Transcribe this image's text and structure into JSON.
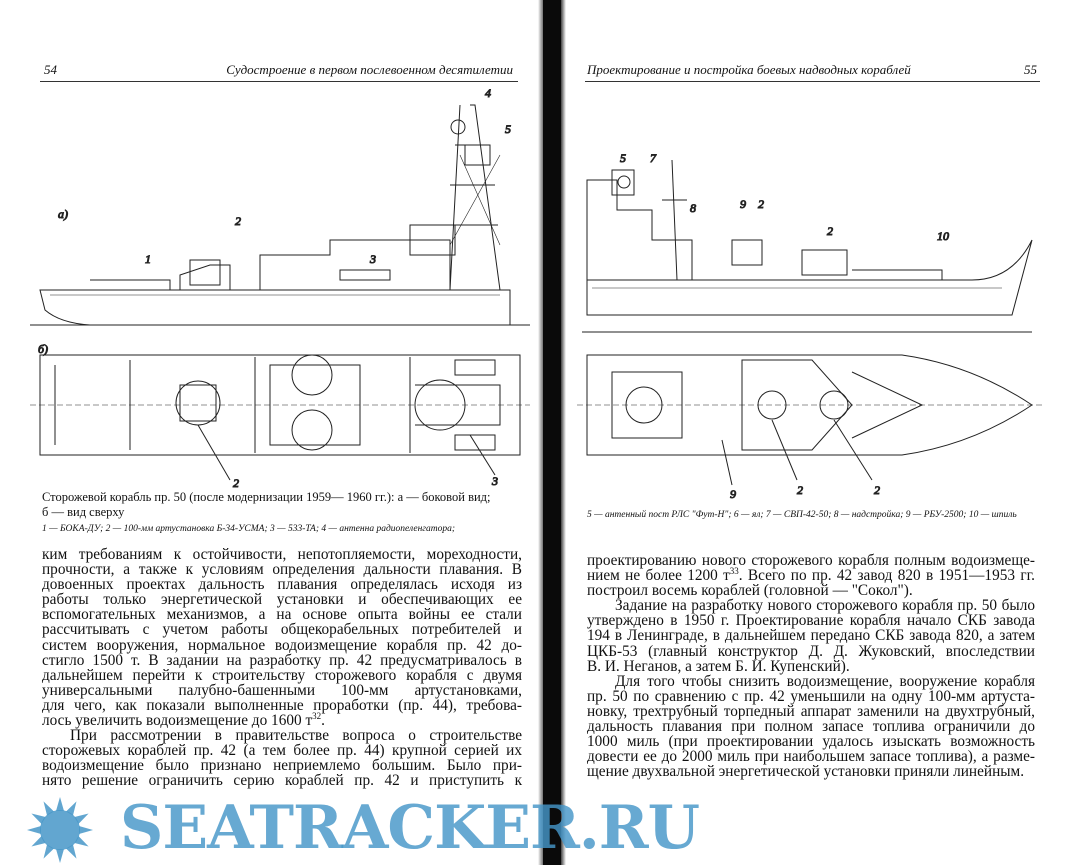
{
  "left_page": {
    "page_number": "54",
    "running_head": "Судостроение в первом послевоенном десятилетии",
    "figure": {
      "label_a": "а)",
      "label_b": "б)",
      "callouts_side": [
        "1",
        "2",
        "3",
        "4",
        "5"
      ],
      "callouts_top": [
        "2",
        "3"
      ],
      "caption_line1": "Сторожевой корабль пр. 50 (после модернизации 1959— 1960 гг.): а — боковой вид;",
      "caption_line2": "б — вид сверху",
      "legend": "1 — БОКА-ДУ;  2 — 100-мм  артустановка  Б-34-УСМА;  3 — 533-ТА;  4 — антенна  радиопеленгатора;"
    },
    "body_lines": [
      "ким требованиям к остойчивости, непотопляемости, мореходности,",
      "прочности, а также к условиям определения дальности плавания. В",
      "довоенных проектах дальность плавания определялась исходя из",
      "работы только энергетической установки и обеспечивающих ее",
      "вспомогательных механизмов, а на основе опыта войны ее стали",
      "рассчитывать с учетом работы общекорабельных потребителей и",
      "систем вооружения, нормальное водоизмещение корабля пр. 42 до-",
      "стигло 1500 т. В задании на разработку пр. 42 предусматривалось в",
      "дальнейшем перейти к строительству сторожевого корабля с двумя",
      "универсальными палубно-башенными 100-мм артустановками,",
      "для чего, как показали выполненные проработки (пр. 44), требова-",
      "лось увеличить водоизмещение до 1600 т",
      "При рассмотрении в правительстве вопроса о строительстве",
      "сторожевых кораблей пр. 42 (а тем более пр. 44) крупной серией их",
      "водоизмещение было признано неприемлемо большим. Было при-",
      "нято решение ограничить серию кораблей пр. 42 и приступить к"
    ],
    "footnote_32": "32"
  },
  "right_page": {
    "page_number": "55",
    "running_head": "Проектирование и постройка боевых надводных кораблей",
    "figure": {
      "callouts_side": [
        "5",
        "7",
        "8",
        "9",
        "2",
        "2",
        "10"
      ],
      "callouts_top": [
        "9",
        "2",
        "2"
      ],
      "legend": "5 — антенный пост РЛС \"Фут-Н\"; 6 — ял; 7 — СВП-42-50; 8 — надстройка; 9 — РБУ-2500; 10 — шпиль"
    },
    "body_lines": [
      "проектированию нового сторожевого корабля полным водоизмеще-",
      "нием не более 1200 т",
      "построил восемь кораблей (головной — \"Сокол\").",
      "Задание на разработку нового сторожевого корабля пр. 50 было",
      "утверждено в 1950 г. Проектирование корабля начало СКБ завода",
      "194 в Ленинграде, в дальнейшем передано СКБ завода 820, а затем",
      "ЦКБ-53 (главный конструктор Д. Д. Жуковский, впоследствии",
      "В. И. Неганов, а затем Б. И. Купенский).",
      "Для того чтобы снизить водоизмещение, вооружение корабля",
      "пр. 50 по сравнению с пр. 42 уменьшили на одну 100-мм артуста-",
      "новку, трехтрубный торпедный аппарат заменили на двухтрубный,",
      "дальность плавания при полном запасе топлива ограничили до",
      "1000 миль (при проектировании удалось изыскать возможность",
      "довести ее до 2000 миль при наибольшем запасе топлива), а разме-",
      "щение двухвальной энергетической установки приняли линейным."
    ],
    "footnote_33": "33",
    "line2_rest": ". Всего по пр. 42 завод 820 в 1951—1953 гг."
  },
  "watermark": {
    "text": "SEATRACKER.RU",
    "color": "#4a9bc9"
  }
}
